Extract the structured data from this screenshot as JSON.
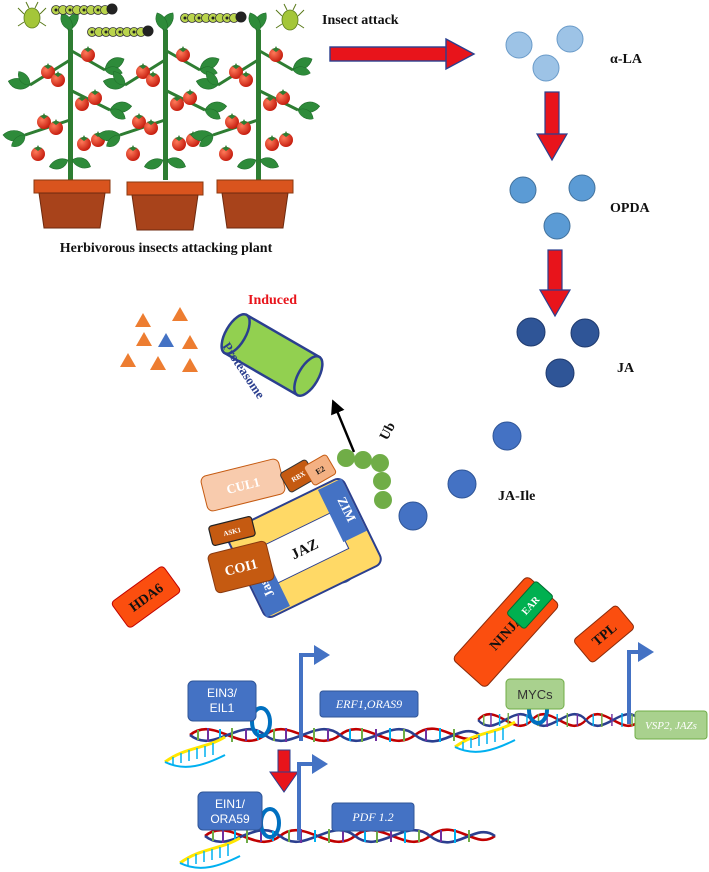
{
  "labels": {
    "insect_attack": "Insect attack",
    "herbivorous_caption": "Herbivorous insects attacking plant",
    "ala": "α-LA",
    "opda": "OPDA",
    "ja": "JA",
    "ja_ile": "JA-Ile",
    "induced": "Induced",
    "proteasome": "Proteasome",
    "ub": "Ub",
    "cul1": "CUL1",
    "rbx": "RBX",
    "e2": "E2",
    "ask1": "ASK1",
    "coi1": "COI1",
    "jaz": "JAZ",
    "zim": "ZIM",
    "jas": "Jas",
    "hda6": "HDA6",
    "ninja": "NINJA",
    "ear": "EAR",
    "tpl": "TPL",
    "myc": "MYCs",
    "vsp2": "VSP2, JAZs",
    "ein3_line1": "EIN3/",
    "ein3_line2": "EIL1",
    "erf1": "ERF1,ORAS9",
    "ein1_line1": "EIN1/",
    "ein1_line2": "ORA59",
    "pdf12": "PDF 1.2"
  },
  "colors": {
    "arrow_red": "#e8141b",
    "ala_blue": "#9dc3e6",
    "opda_blue": "#5b9bd5",
    "ja_blue": "#2f5597",
    "box_blue": "#4472c4",
    "orange": "#fb4e0f",
    "cul1": "#f8cbad",
    "coi1": "#c55a11",
    "jaz_yellow": "#ffd966",
    "proteasome_green": "#92d050",
    "ub_green": "#70ad47",
    "myc_green": "#a9d18e",
    "ear_green": "#00b050"
  },
  "icons": [
    "tomato-plant-icon",
    "caterpillar-icon",
    "aphid-icon",
    "dna-helix-icon",
    "proteasome-icon"
  ]
}
